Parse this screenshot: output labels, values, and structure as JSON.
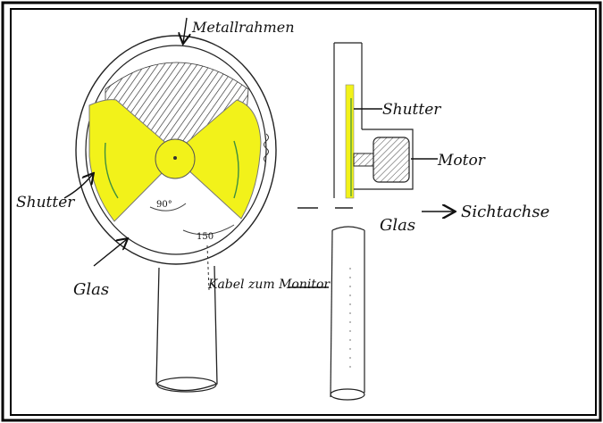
{
  "labels": {
    "metal_frame": "Metallrahmen",
    "shutter_front": "Shutter",
    "shutter_side": "Shutter",
    "motor": "Motor",
    "glass_front": "Glas",
    "glass_side": "Glas",
    "sight_axis": "Sichtachse",
    "cable": "Kabel zum Monitor",
    "angle_90": "90°",
    "angle_150": "150"
  },
  "colors": {
    "shutter_fill": "#f2f21a",
    "ink": "#111111",
    "hatch": "#333333",
    "arrow_green": "#3f8f3f"
  }
}
